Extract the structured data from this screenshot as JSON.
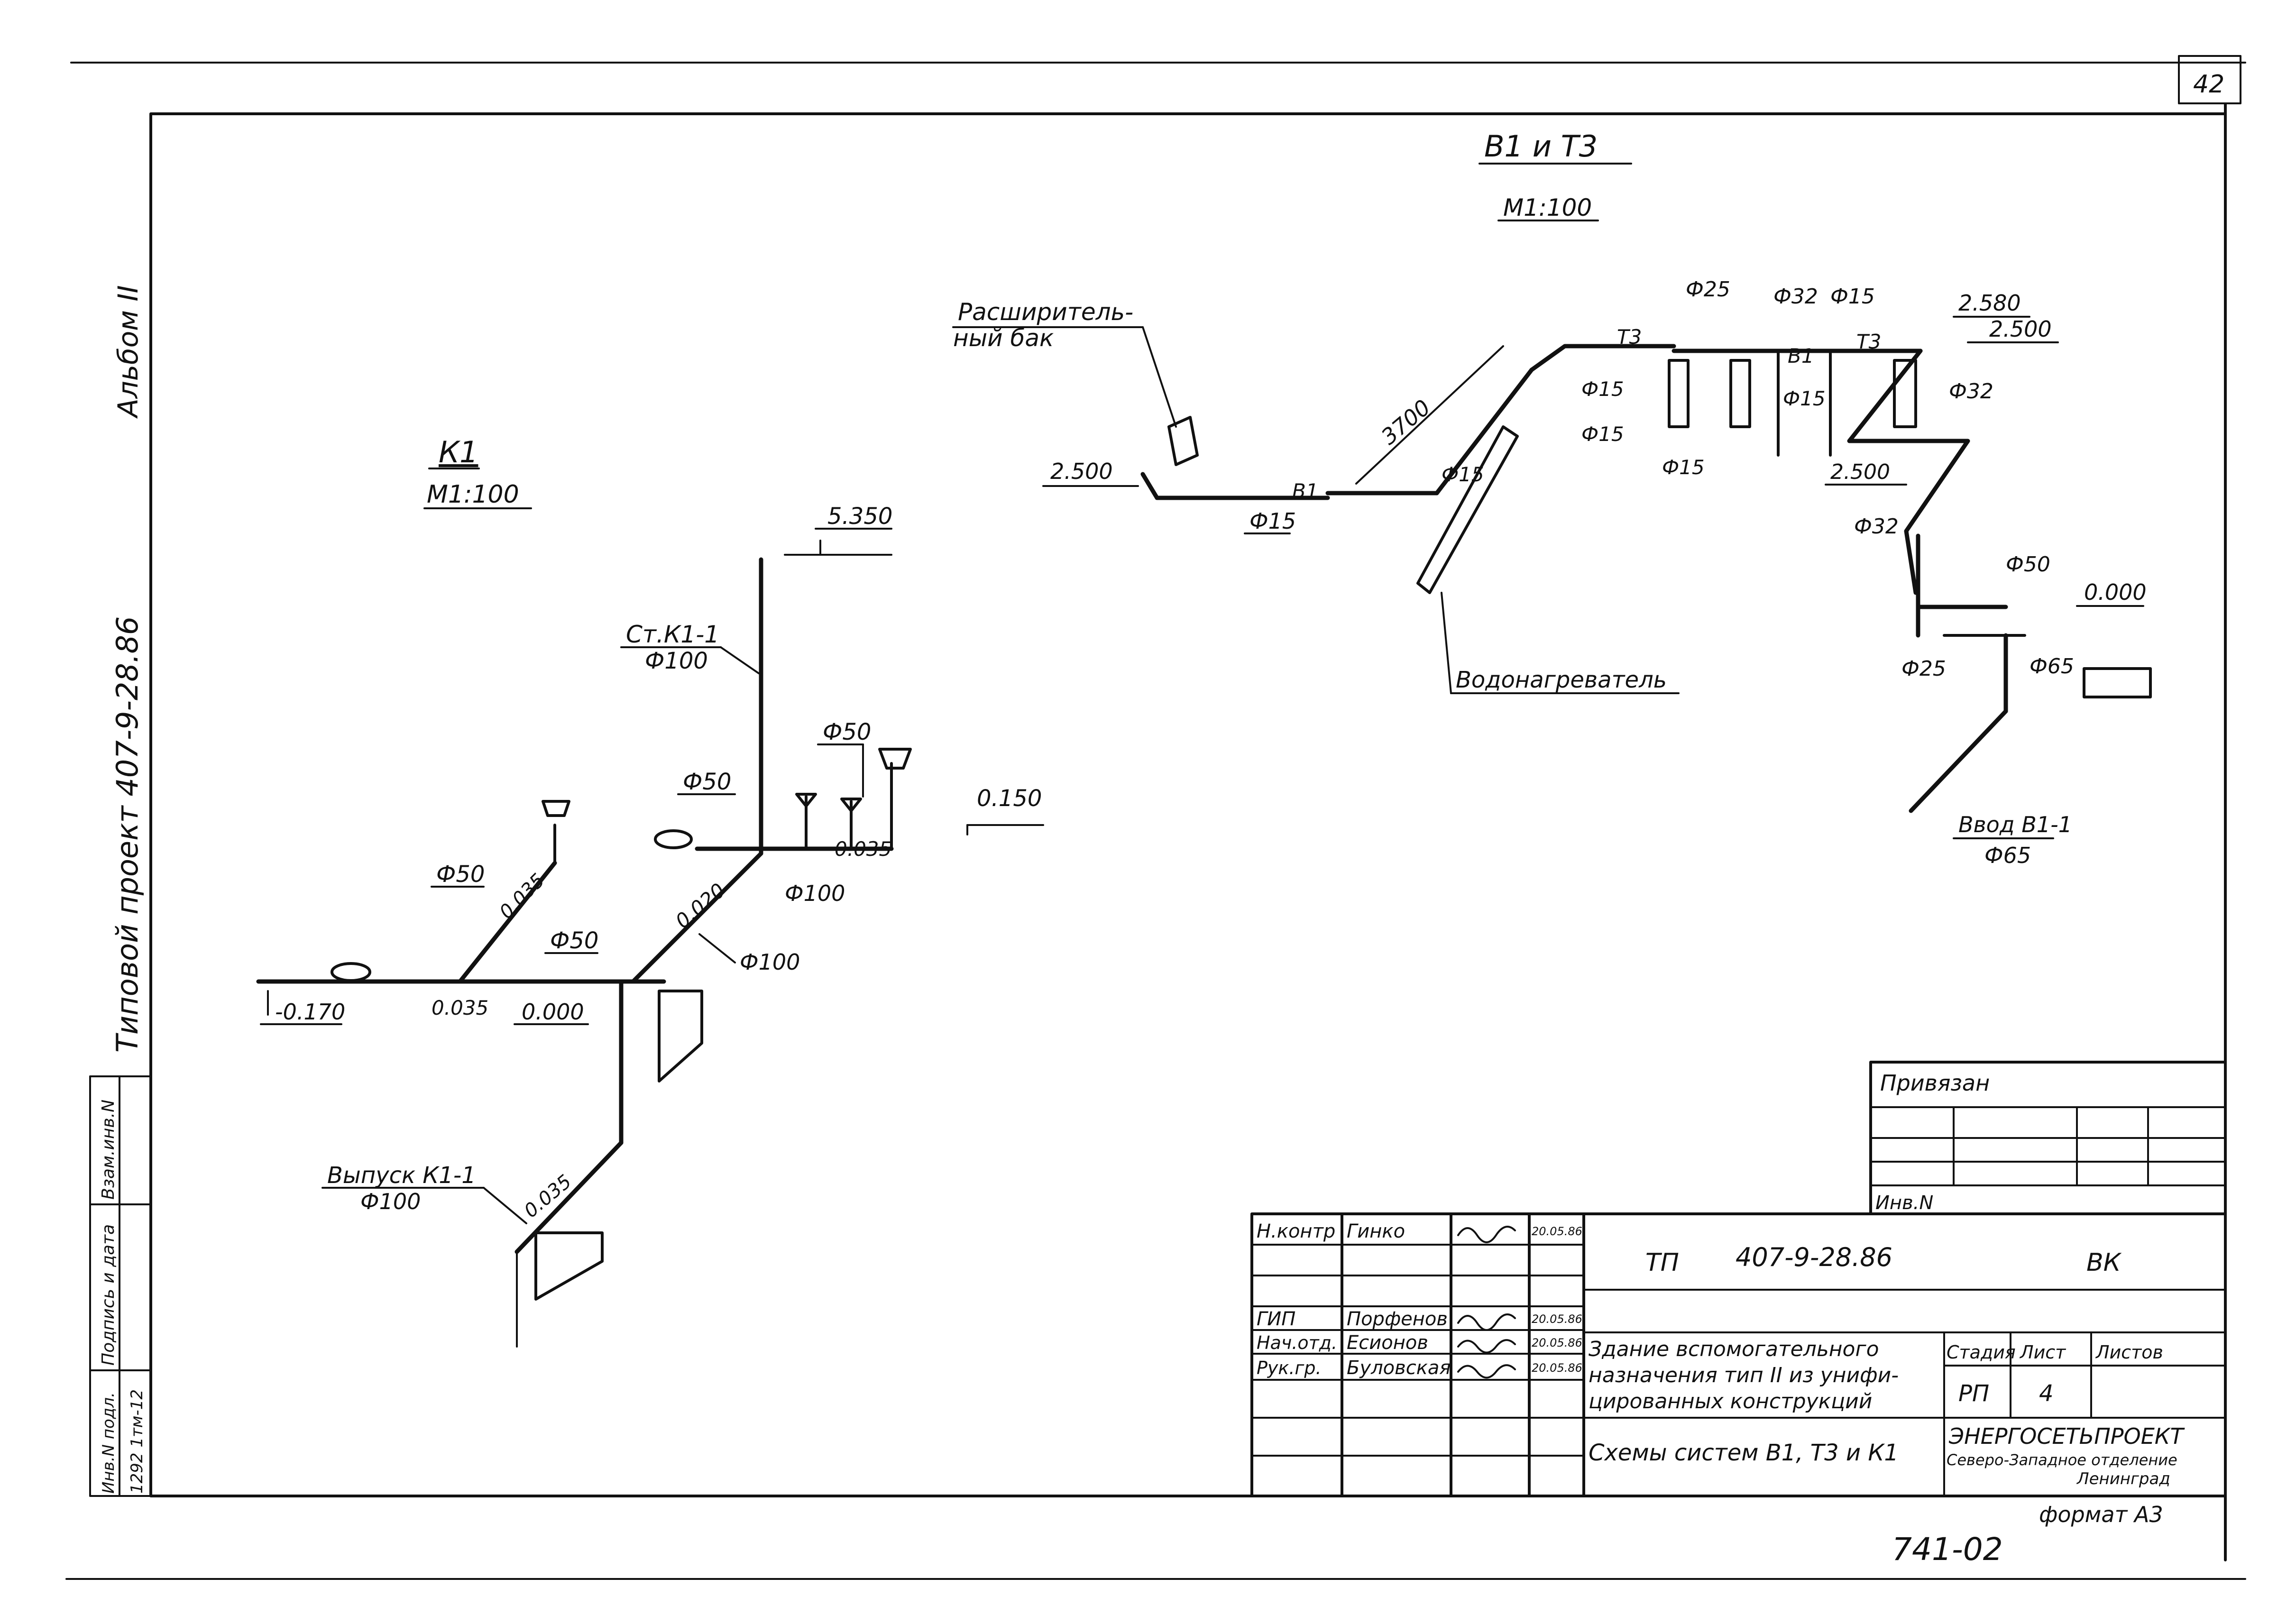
{
  "sheet_number": "42",
  "side_stamp": {
    "album": "Альбом II",
    "project": "Типовой проект   407-9-28.86",
    "col_inv": "Инв.N подл.",
    "col_sign": "Подпись и дата",
    "col_replace": "Взам.инв.N",
    "inv_value": "1292 1тм-12"
  },
  "k1": {
    "title": "К1",
    "scale": "М1:100",
    "mark_5350": "5.350",
    "st_k1": "Ст.К1-1",
    "st_d": "Ф100",
    "d50_a": "Ф50",
    "d50_b": "Ф50",
    "d50_c": "Ф50",
    "d50_d": "Ф50",
    "mark_0150": "0.150",
    "slope_0035_a": "0.035",
    "d100_a": "Ф100",
    "slope_0020": "0.020",
    "d100_b": "Ф100",
    "slope_0035_b": "0.035",
    "mark_m0170": "-0.170",
    "slope_0035_c": "0.035",
    "mark_0000": "0.000",
    "outlet": "Выпуск К1-1",
    "outlet_d": "Ф100",
    "slope_0035_d": "0.035"
  },
  "b1t3": {
    "title": "В1 и Т3",
    "scale": "М1:100",
    "tank_1": "Расширитель-",
    "tank_2": "ный бак",
    "mark_2500_a": "2.500",
    "b1_a": "В1",
    "d15_a": "Ф15",
    "dim_3700": "3700",
    "d15_b": "Ф15",
    "d15_c": "Ф15",
    "d15_d": "Ф15",
    "t3_a": "Т3",
    "d25_a": "Ф25",
    "d32_a": "Ф32",
    "d15_e": "Ф15",
    "b1_b": "В1",
    "t3_b": "Т3",
    "mark_2580": "2.580",
    "mark_2500_b": "2.500",
    "d15_f": "Ф15",
    "d32_b": "Ф32",
    "d15_g": "Ф15",
    "mark_2500_c": "2.500",
    "d32_c": "Ф32",
    "d50": "Ф50",
    "mark_0000": "0.000",
    "d25_b": "Ф25",
    "d65_a": "Ф65",
    "heater": "Водонагреватель",
    "inlet": "Ввод В1-1",
    "inlet_d": "Ф65"
  },
  "title_block": {
    "privyazan": "Привязан",
    "inv_n": "Инв.N",
    "roles": [
      "Н.контр",
      "",
      "",
      "ГИП",
      "Нач.отд.",
      "Рук.гр.",
      "",
      "",
      ""
    ],
    "names": [
      "Гинко",
      "",
      "",
      "Порфенов",
      "Есионов",
      "Буловская",
      "",
      "",
      ""
    ],
    "dates": [
      "20.05.86",
      "",
      "",
      "20.05.86",
      "20.05.86",
      "20.05.86",
      "",
      "",
      ""
    ],
    "doc_tp": "ТП",
    "doc_code": "407-9-28.86",
    "doc_mark": "ВК",
    "building_1": "Здание вспомогательного",
    "building_2": "назначения тип II из унифи-",
    "building_3": "цированных конструкций",
    "sheet_title": "Схемы систем В1, Т3 и К1",
    "h_stage": "Стадия",
    "h_sheet": "Лист",
    "h_sheets": "Листов",
    "stage": "РП",
    "sheet": "4",
    "sheets": "",
    "org_1": "ЭНЕРГОСЕТЬПРОЕКТ",
    "org_2": "Северо-Западное отделение",
    "org_3": "Ленинград",
    "format": "формат А3"
  },
  "stamp_bottom": "741-02"
}
